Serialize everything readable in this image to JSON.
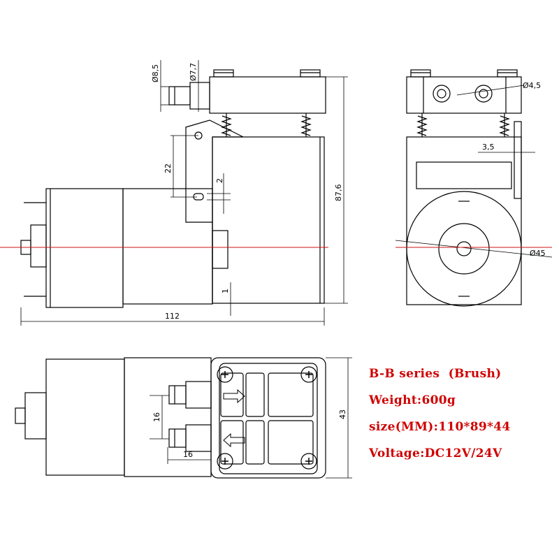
{
  "colors": {
    "spec_text": "#d00000",
    "centerline": "#d01010",
    "lines": "#000000"
  },
  "dimensions": {
    "d8_5": "Ø8,5",
    "d7_7": "Ø7,7",
    "d22": "22",
    "d2": "2",
    "d87_6": "87,6",
    "d1": "1",
    "d112": "112",
    "d4_5": "Ø4,5",
    "d3_5": "3,5",
    "d45": "Ø45",
    "d16a": "16",
    "d16b": "16",
    "d43": "43"
  },
  "specs": {
    "series": "B-B series  (Brush)",
    "weight": "Weight:600g",
    "size": "size(MM):110*89*44",
    "voltage": "Voltage:DC12V/24V"
  }
}
